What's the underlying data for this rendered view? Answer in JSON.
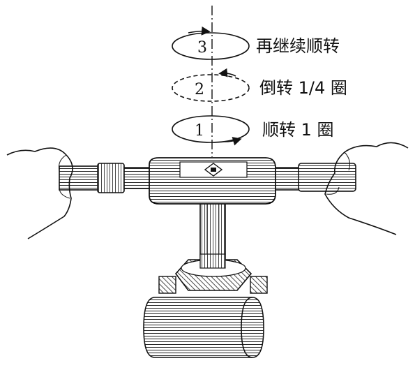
{
  "steps": [
    {
      "number": "3",
      "label": "再继续顺转",
      "style": "solid"
    },
    {
      "number": "2",
      "label": "倒转 1/4 圈",
      "style": "dashed"
    },
    {
      "number": "1",
      "label": "顺转 1 圈",
      "style": "solid"
    }
  ],
  "colors": {
    "ink": "#111111",
    "background": "#ffffff"
  }
}
